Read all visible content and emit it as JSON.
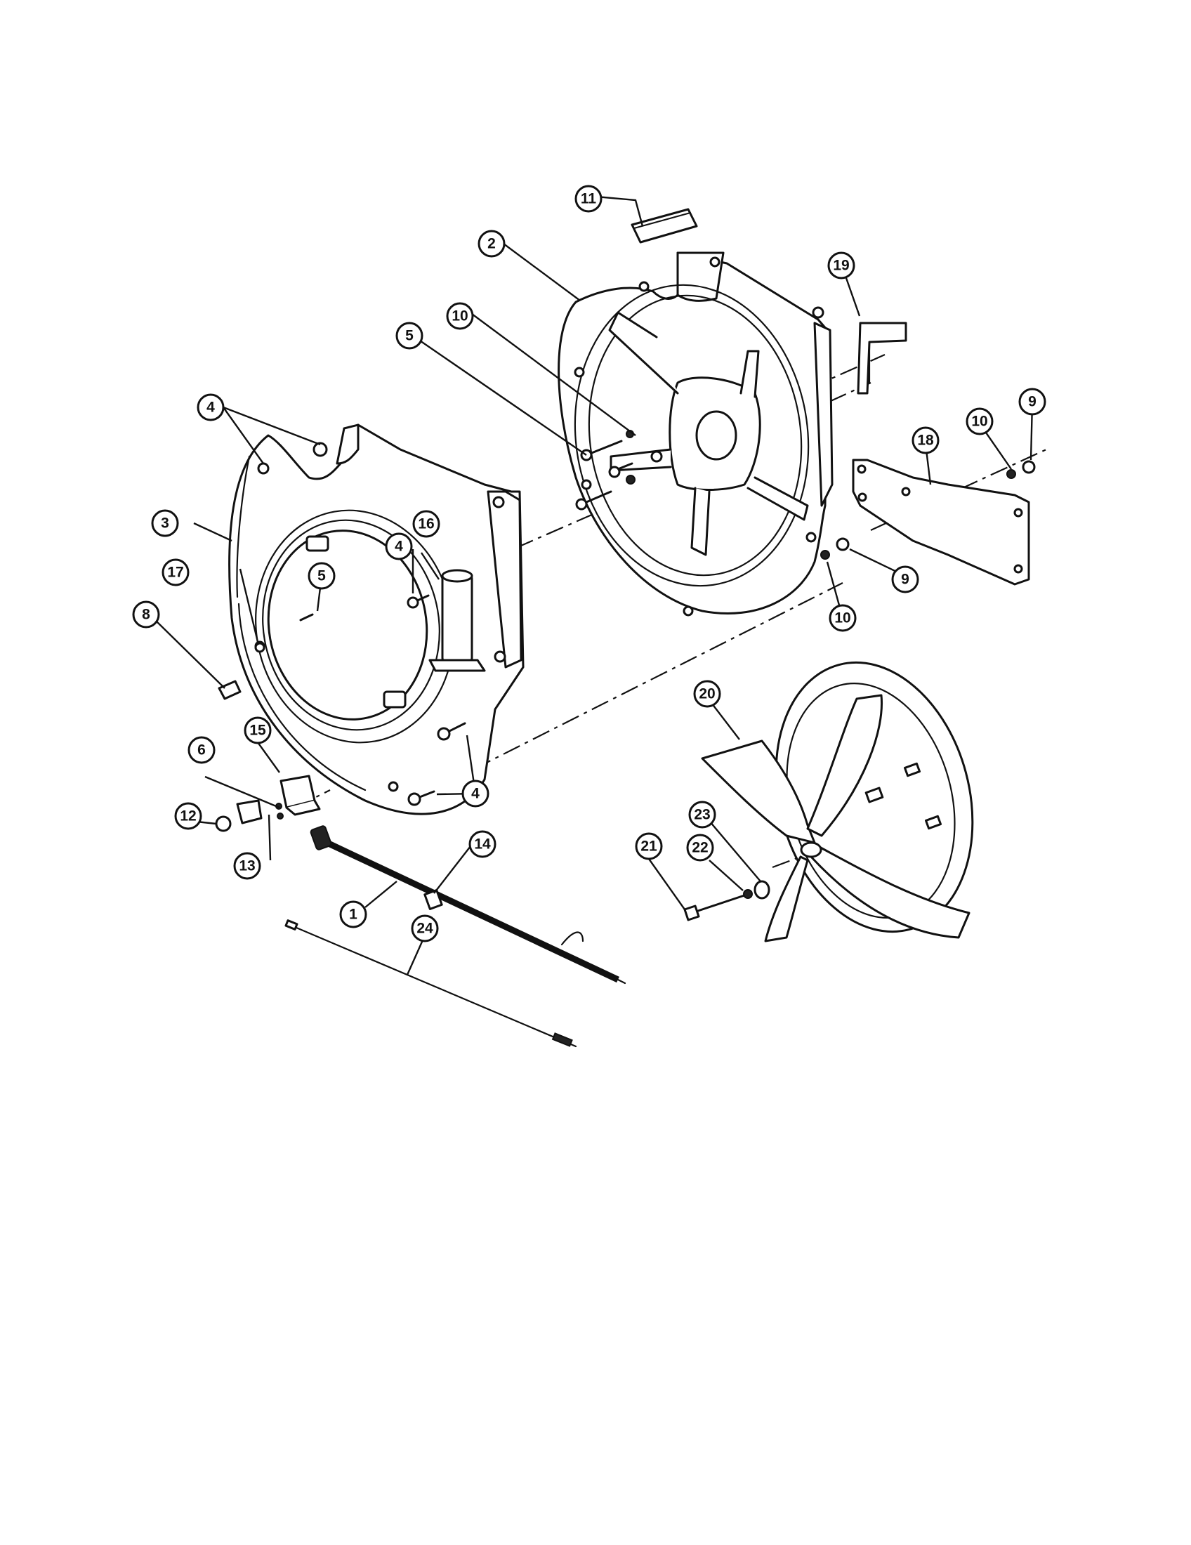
{
  "callouts": [
    {
      "id": "c1",
      "label": "1"
    },
    {
      "id": "c2",
      "label": "2"
    },
    {
      "id": "c3",
      "label": "3"
    },
    {
      "id": "c4a",
      "label": "4"
    },
    {
      "id": "c4b",
      "label": "4"
    },
    {
      "id": "c4c",
      "label": "4"
    },
    {
      "id": "c5a",
      "label": "5"
    },
    {
      "id": "c5b",
      "label": "5"
    },
    {
      "id": "c6",
      "label": "6"
    },
    {
      "id": "c8",
      "label": "8"
    },
    {
      "id": "c9a",
      "label": "9"
    },
    {
      "id": "c9b",
      "label": "9"
    },
    {
      "id": "c10a",
      "label": "10"
    },
    {
      "id": "c10b",
      "label": "10"
    },
    {
      "id": "c10c",
      "label": "10"
    },
    {
      "id": "c11",
      "label": "11"
    },
    {
      "id": "c12",
      "label": "12"
    },
    {
      "id": "c13",
      "label": "13"
    },
    {
      "id": "c14",
      "label": "14"
    },
    {
      "id": "c15",
      "label": "15"
    },
    {
      "id": "c16",
      "label": "16"
    },
    {
      "id": "c17",
      "label": "17"
    },
    {
      "id": "c19",
      "label": "19"
    },
    {
      "id": "c18",
      "label": "18"
    },
    {
      "id": "c20",
      "label": "20"
    },
    {
      "id": "c21",
      "label": "21"
    },
    {
      "id": "c22",
      "label": "22"
    },
    {
      "id": "c23",
      "label": "23"
    },
    {
      "id": "c24",
      "label": "24"
    }
  ]
}
